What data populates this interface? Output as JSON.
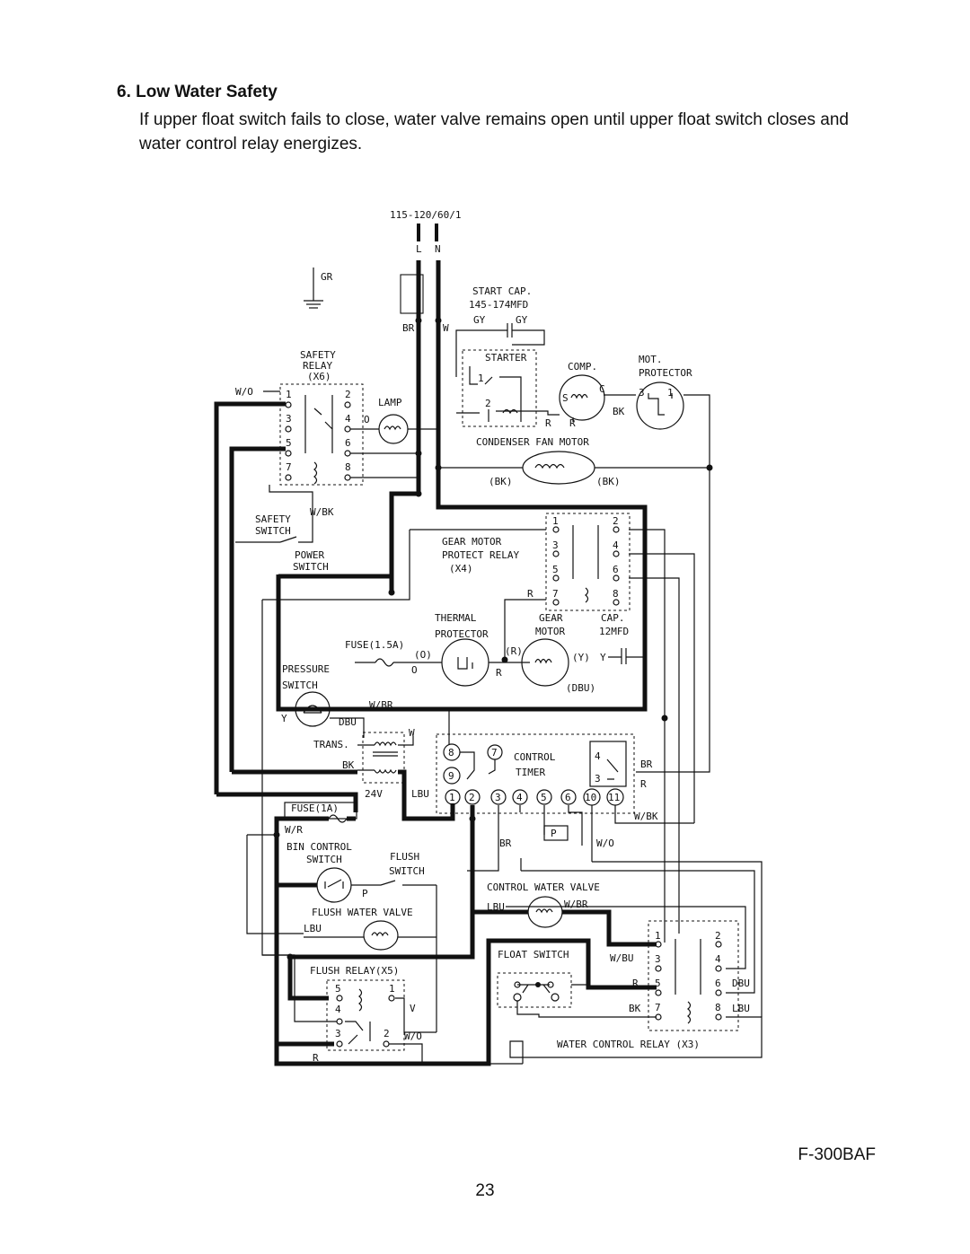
{
  "section": {
    "heading": "6. Low Water Safety",
    "description": "If upper float switch fails to close, water valve remains open until upper float switch closes and water control relay energizes."
  },
  "footer": {
    "model": "F-300BAF",
    "page": "23"
  },
  "diagram": {
    "supply": "115-120/60/1",
    "l": "L",
    "n": "N",
    "gr": "GR",
    "start_cap": "START CAP.",
    "start_cap_mfd": "145-174MFD",
    "gy1": "GY",
    "gy2": "GY",
    "br_line": "BR",
    "w_line": "W",
    "starter": "STARTER",
    "comp": "COMP.",
    "mot": "MOT.",
    "protector": "PROTECTOR",
    "r1": "R",
    "r2": "R",
    "bk_comp": "BK",
    "s": "S",
    "c": "C",
    "safety_relay": "SAFETY",
    "safety_relay2": "RELAY",
    "safety_relay3": "(X6)",
    "wo_top": "W/O",
    "lamp": "LAMP",
    "o_lamp": "O",
    "condenser_fan": "CONDENSER FAN MOTOR",
    "bk_left": "(BK)",
    "bk_right": "(BK)",
    "wbk": "W/BK",
    "safety_switch": "SAFETY",
    "safety_switch2": "SWITCH",
    "power_switch": "POWER",
    "power_switch2": "SWITCH",
    "gear_relay": "GEAR MOTOR",
    "gear_relay2": "PROTECT RELAY",
    "gear_relay3": "(X4)",
    "r_gear": "R",
    "thermal": "THERMAL",
    "thermal2": "PROTECTOR",
    "gear_motor": "GEAR",
    "gear_motor2": "MOTOR",
    "cap": "CAP.",
    "cap_mfd": "12MFD",
    "fuse15": "FUSE(1.5A)",
    "o_paren": "(O)",
    "r_paren": "(R)",
    "y_paren": "(Y)",
    "y": "Y",
    "o_fuse": "O",
    "r_thermal": "R",
    "dbu_paren": "(DBU)",
    "pressure": "PRESSURE",
    "pressure2": "SWITCH",
    "y_press": "Y",
    "dbu_press": "DBU",
    "wbr": "W/BR",
    "w_trans": "W",
    "trans": "TRANS.",
    "bk_trans": "BK",
    "v24": "24V",
    "lbu_trans": "LBU",
    "control": "CONTROL",
    "timer": "TIMER",
    "br_timer": "BR",
    "r_timer": "R",
    "wbk_timer": "W/BK",
    "fuse1": "FUSE(1A)",
    "wr": "W/R",
    "br_bot": "BR",
    "p_timer": "P",
    "wo_timer": "W/O",
    "bin_control": "BIN CONTROL",
    "bin_switch": "SWITCH",
    "flush": "FLUSH",
    "flush_switch": "SWITCH",
    "p_bin": "P",
    "control_valve": "CONTROL WATER VALVE",
    "lbu_cv": "LBU",
    "wbr_cv": "W/BR",
    "flush_valve": "FLUSH WATER VALVE",
    "lbu_fv": "LBU",
    "float_switch": "FLOAT SWITCH",
    "wbu": "W/BU",
    "r_wcr": "R",
    "bk_wcr": "BK",
    "dbu_wcr": "DBU",
    "lbu_wcr": "LBU",
    "flush_relay": "FLUSH RELAY(X5)",
    "v_fr": "V",
    "wo_fr": "W/O",
    "r_fr": "R",
    "water_relay": "WATER CONTROL RELAY (X3)",
    "n1": "1",
    "n2": "2",
    "n3": "3",
    "n4": "4",
    "n5": "5",
    "n6": "6",
    "n7": "7",
    "n8": "8",
    "n9": "9",
    "n10": "10",
    "n11": "11"
  }
}
